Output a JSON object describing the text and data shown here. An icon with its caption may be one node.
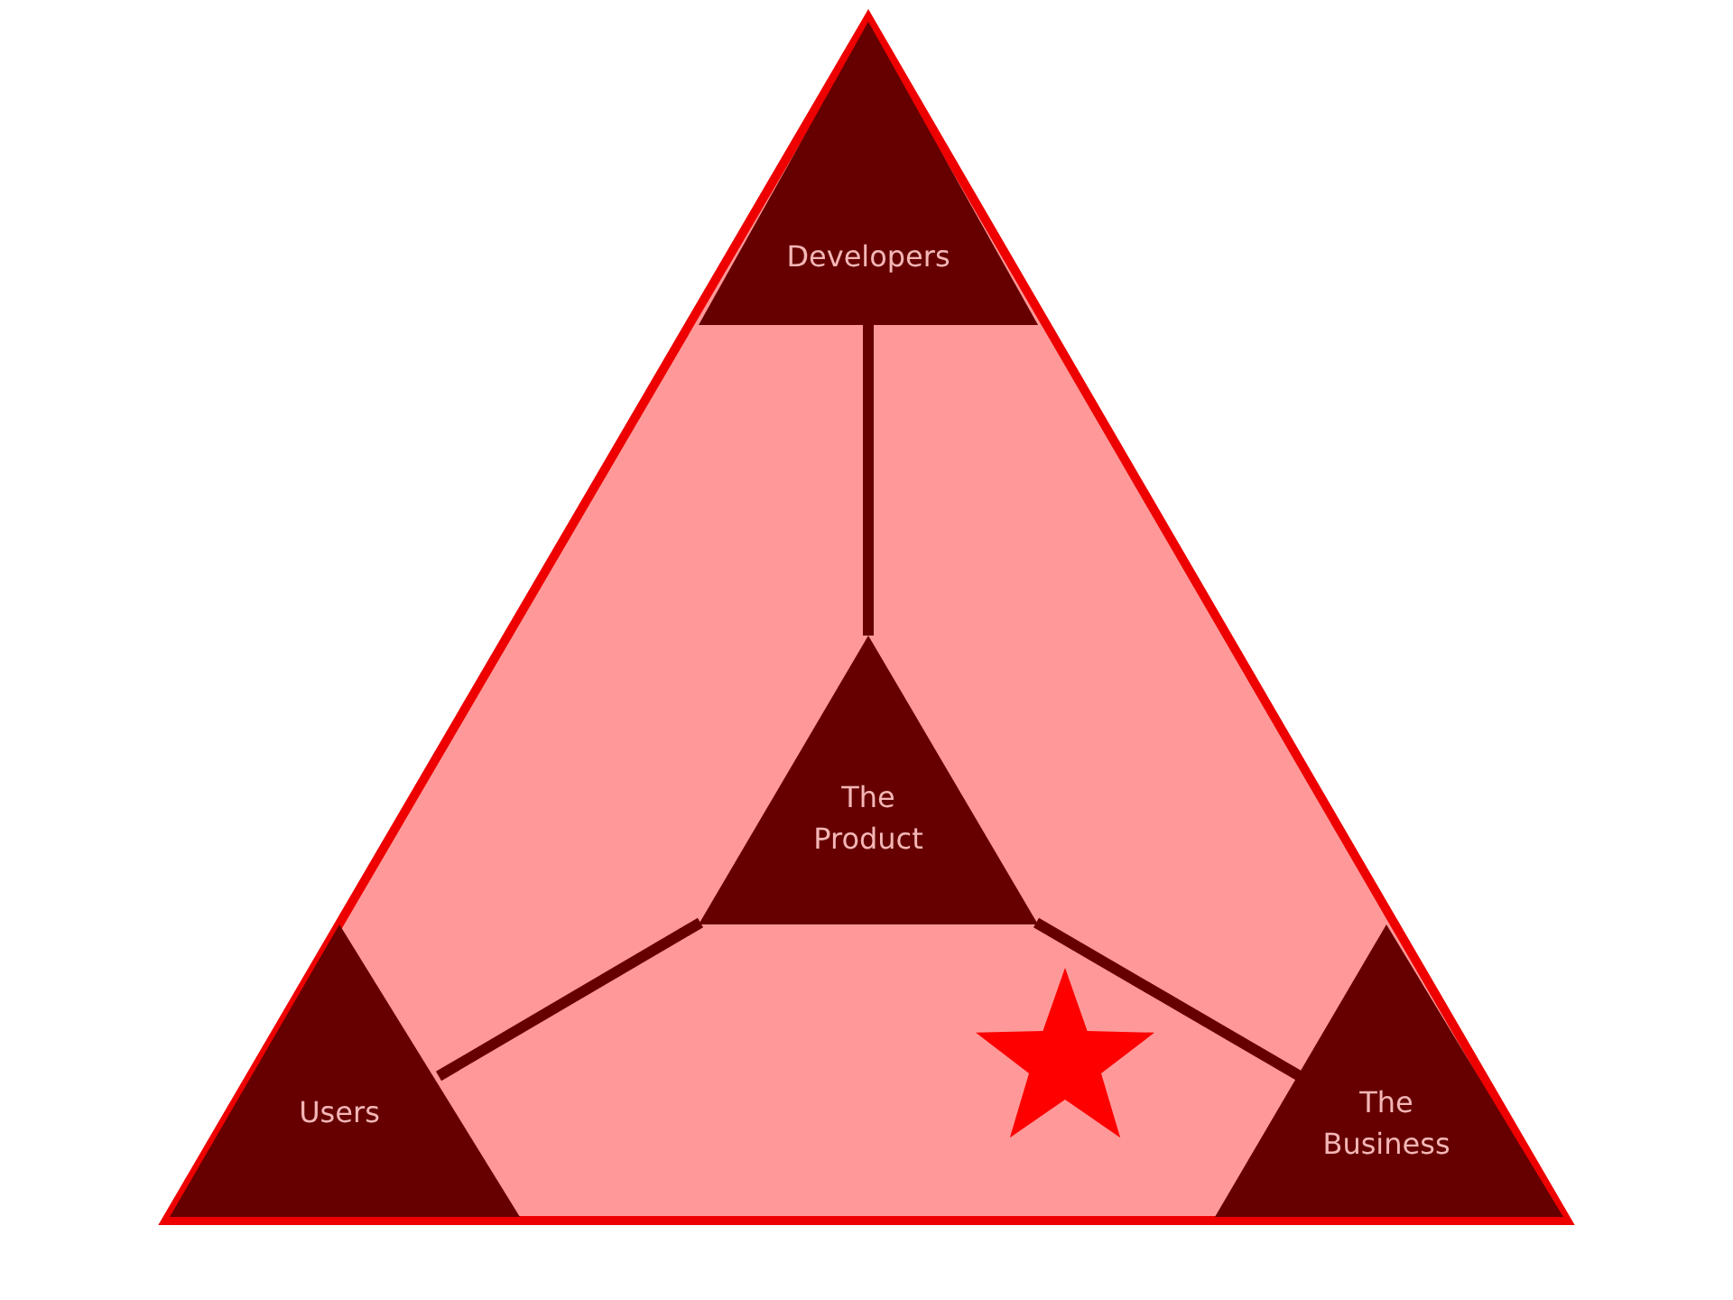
{
  "diagram": {
    "nodes": [
      {
        "text": [
          "Developers"
        ]
      },
      {
        "text": [
          "The Product"
        ]
      },
      {
        "text": [
          "Users"
        ]
      },
      {
        "text": [
          "The Business"
        ]
      }
    ],
    "edges": [
      {
        "from": 1,
        "to": 0,
        "arrow": "none"
      },
      {
        "from": 1,
        "to": 2,
        "arrow": "none"
      },
      {
        "from": 1,
        "to": 3,
        "arrow": "none"
      }
    ]
  }
}
